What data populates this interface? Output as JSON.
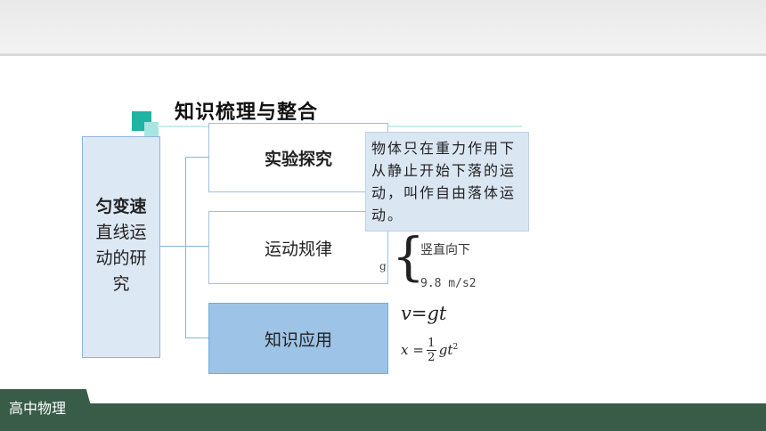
{
  "header": {
    "title": "知识梳理与整合"
  },
  "left_panel": {
    "line1": "匀变速",
    "line2": "直线运",
    "line3": "动的研",
    "line4": "究"
  },
  "boxes": [
    {
      "label": "实验探究"
    },
    {
      "label": "运动规律"
    },
    {
      "label": "知识应用"
    }
  ],
  "tooltip": {
    "text": "物体只在重力作用下从静止开始下落的运动，叫作自由落体运动。"
  },
  "acceleration": {
    "symbol": "g",
    "direction": "竖直向下",
    "value": "9.8  m/s2"
  },
  "formulas": {
    "velocity": "v=gt",
    "disp_left": "x =",
    "disp_num": "1",
    "disp_den": "2",
    "disp_right": "gt",
    "disp_exp": "2"
  },
  "footer": {
    "label": "高中物理"
  },
  "colors": {
    "accent": "#1fb3a3",
    "box_fill": "#9dc3e6",
    "footer": "#385c47"
  }
}
